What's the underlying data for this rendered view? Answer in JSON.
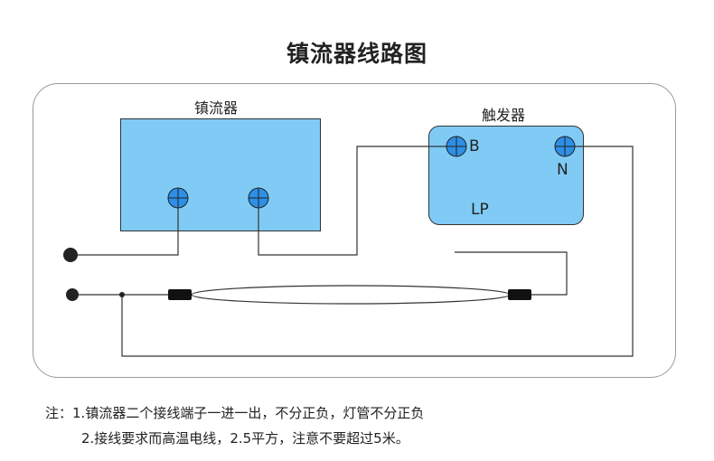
{
  "title": "镇流器线路图",
  "ballast": {
    "label": "镇流器"
  },
  "starter": {
    "label": "触发器",
    "terminal_b": "B",
    "terminal_n": "N",
    "model": "LP"
  },
  "notes": {
    "prefix": "注：",
    "line1": "1.镇流器二个接线端子一进一出，不分正负，灯管不分正负",
    "line2": "2.接线要求而高温电线，2.5平方，注意不要超过5米。"
  },
  "colors": {
    "box_fill": "#80cbf6",
    "terminal_fill": "#2d8fe6",
    "wire": "#333333"
  }
}
